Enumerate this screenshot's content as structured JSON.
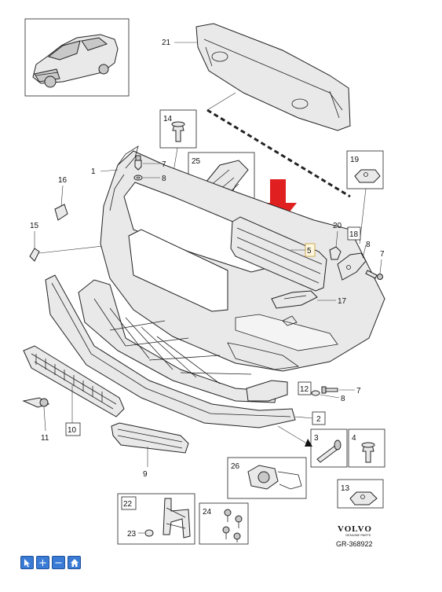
{
  "callouts": {
    "c1": "1",
    "c2": "2",
    "c3": "3",
    "c4": "4",
    "c5": "5",
    "c7a": "7",
    "c7b": "7",
    "c7c": "7",
    "c8a": "8",
    "c8b": "8",
    "c8c": "8",
    "c9": "9",
    "c10": "10",
    "c11": "11",
    "c12": "12",
    "c13": "13",
    "c14": "14",
    "c15": "15",
    "c16": "16",
    "c17": "17",
    "c18": "18",
    "c19": "19",
    "c20": "20",
    "c21": "21",
    "c22": "22",
    "c23": "23",
    "c24": "24",
    "c25": "25",
    "c26": "26"
  },
  "brand": {
    "name": "VOLVO",
    "sub": "GENUINE PARTS",
    "ref": "GR-368922"
  },
  "colors": {
    "arrow": "#e02020",
    "toolbar": "#3a7bd5"
  },
  "toolbar": {
    "buttons": [
      "pointer-icon",
      "zoom-in-icon",
      "zoom-out-icon",
      "home-icon"
    ],
    "zoom_in_label": "+",
    "zoom_out_label": "−"
  }
}
